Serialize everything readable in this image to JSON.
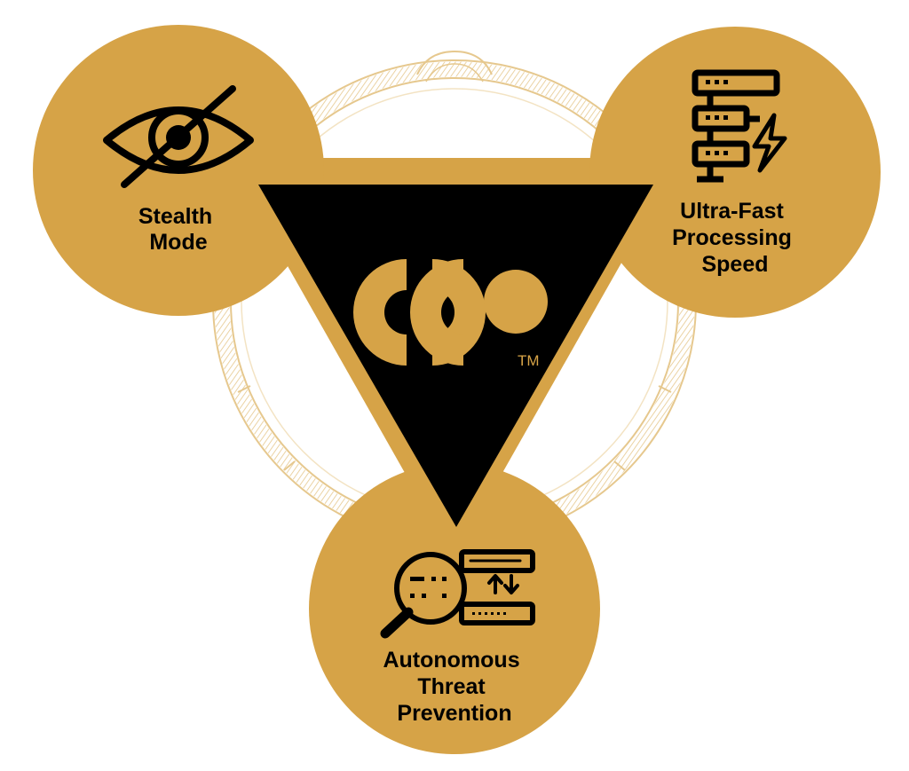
{
  "colors": {
    "gold": "#D6A347",
    "ring": "#E6C88E",
    "ring_light": "#F3E3C3",
    "dark": "#000000",
    "background": "#FFFFFF"
  },
  "center": {
    "logo_icon": "gxc-logo-mark",
    "trademark": "TM"
  },
  "nodes": [
    {
      "id": "stealth",
      "icon": "eye-slash-icon",
      "label_lines": [
        "Stealth",
        "Mode"
      ]
    },
    {
      "id": "speed",
      "icon": "server-bolt-icon",
      "label_lines": [
        "Ultra-Fast",
        "Processing",
        "Speed"
      ]
    },
    {
      "id": "threat",
      "icon": "magnifier-scan-icon",
      "label_lines": [
        "Autonomous",
        "Threat",
        "Prevention"
      ]
    }
  ]
}
